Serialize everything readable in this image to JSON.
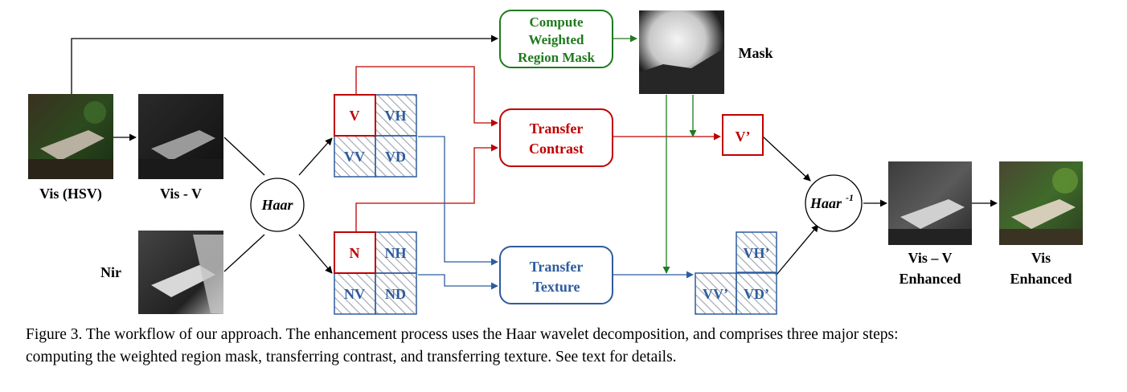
{
  "colors": {
    "red": "#C00000",
    "green": "#1F7A1F",
    "blue": "#2E5C9E",
    "black": "#000000"
  },
  "images": {
    "vis_hsv": "Vis (HSV)",
    "vis_v": "Vis - V",
    "nir": "Nir",
    "mask": "Mask",
    "vis_v_enhanced_line1": "Vis – V",
    "vis_v_enhanced_line2": "Enhanced",
    "vis_enhanced_line1": "Vis",
    "vis_enhanced_line2": "Enhanced"
  },
  "nodes": {
    "haar": "Haar",
    "haar_inv": "Haar",
    "haar_inv_sup": "-1"
  },
  "boxes": {
    "weighted_mask": [
      "Compute",
      "Weighted",
      "Region Mask"
    ],
    "transfer_contrast": [
      "Transfer",
      "Contrast"
    ],
    "transfer_texture": [
      "Transfer",
      "Texture"
    ]
  },
  "subbands": {
    "vis": {
      "ll": "V",
      "hl": "VH",
      "lh": "VV",
      "hh": "VD"
    },
    "nir": {
      "ll": "N",
      "hl": "NH",
      "lh": "NV",
      "hh": "ND"
    },
    "out": {
      "ll": "V’",
      "hl": "VH’",
      "lh": "VV’",
      "hh": "VD’"
    }
  },
  "caption": [
    "Figure 3. The workflow of our approach. The enhancement process uses the Haar wavelet decomposition, and comprises three major steps:",
    "computing the weighted region mask, transferring contrast, and transferring texture. See text for details."
  ]
}
